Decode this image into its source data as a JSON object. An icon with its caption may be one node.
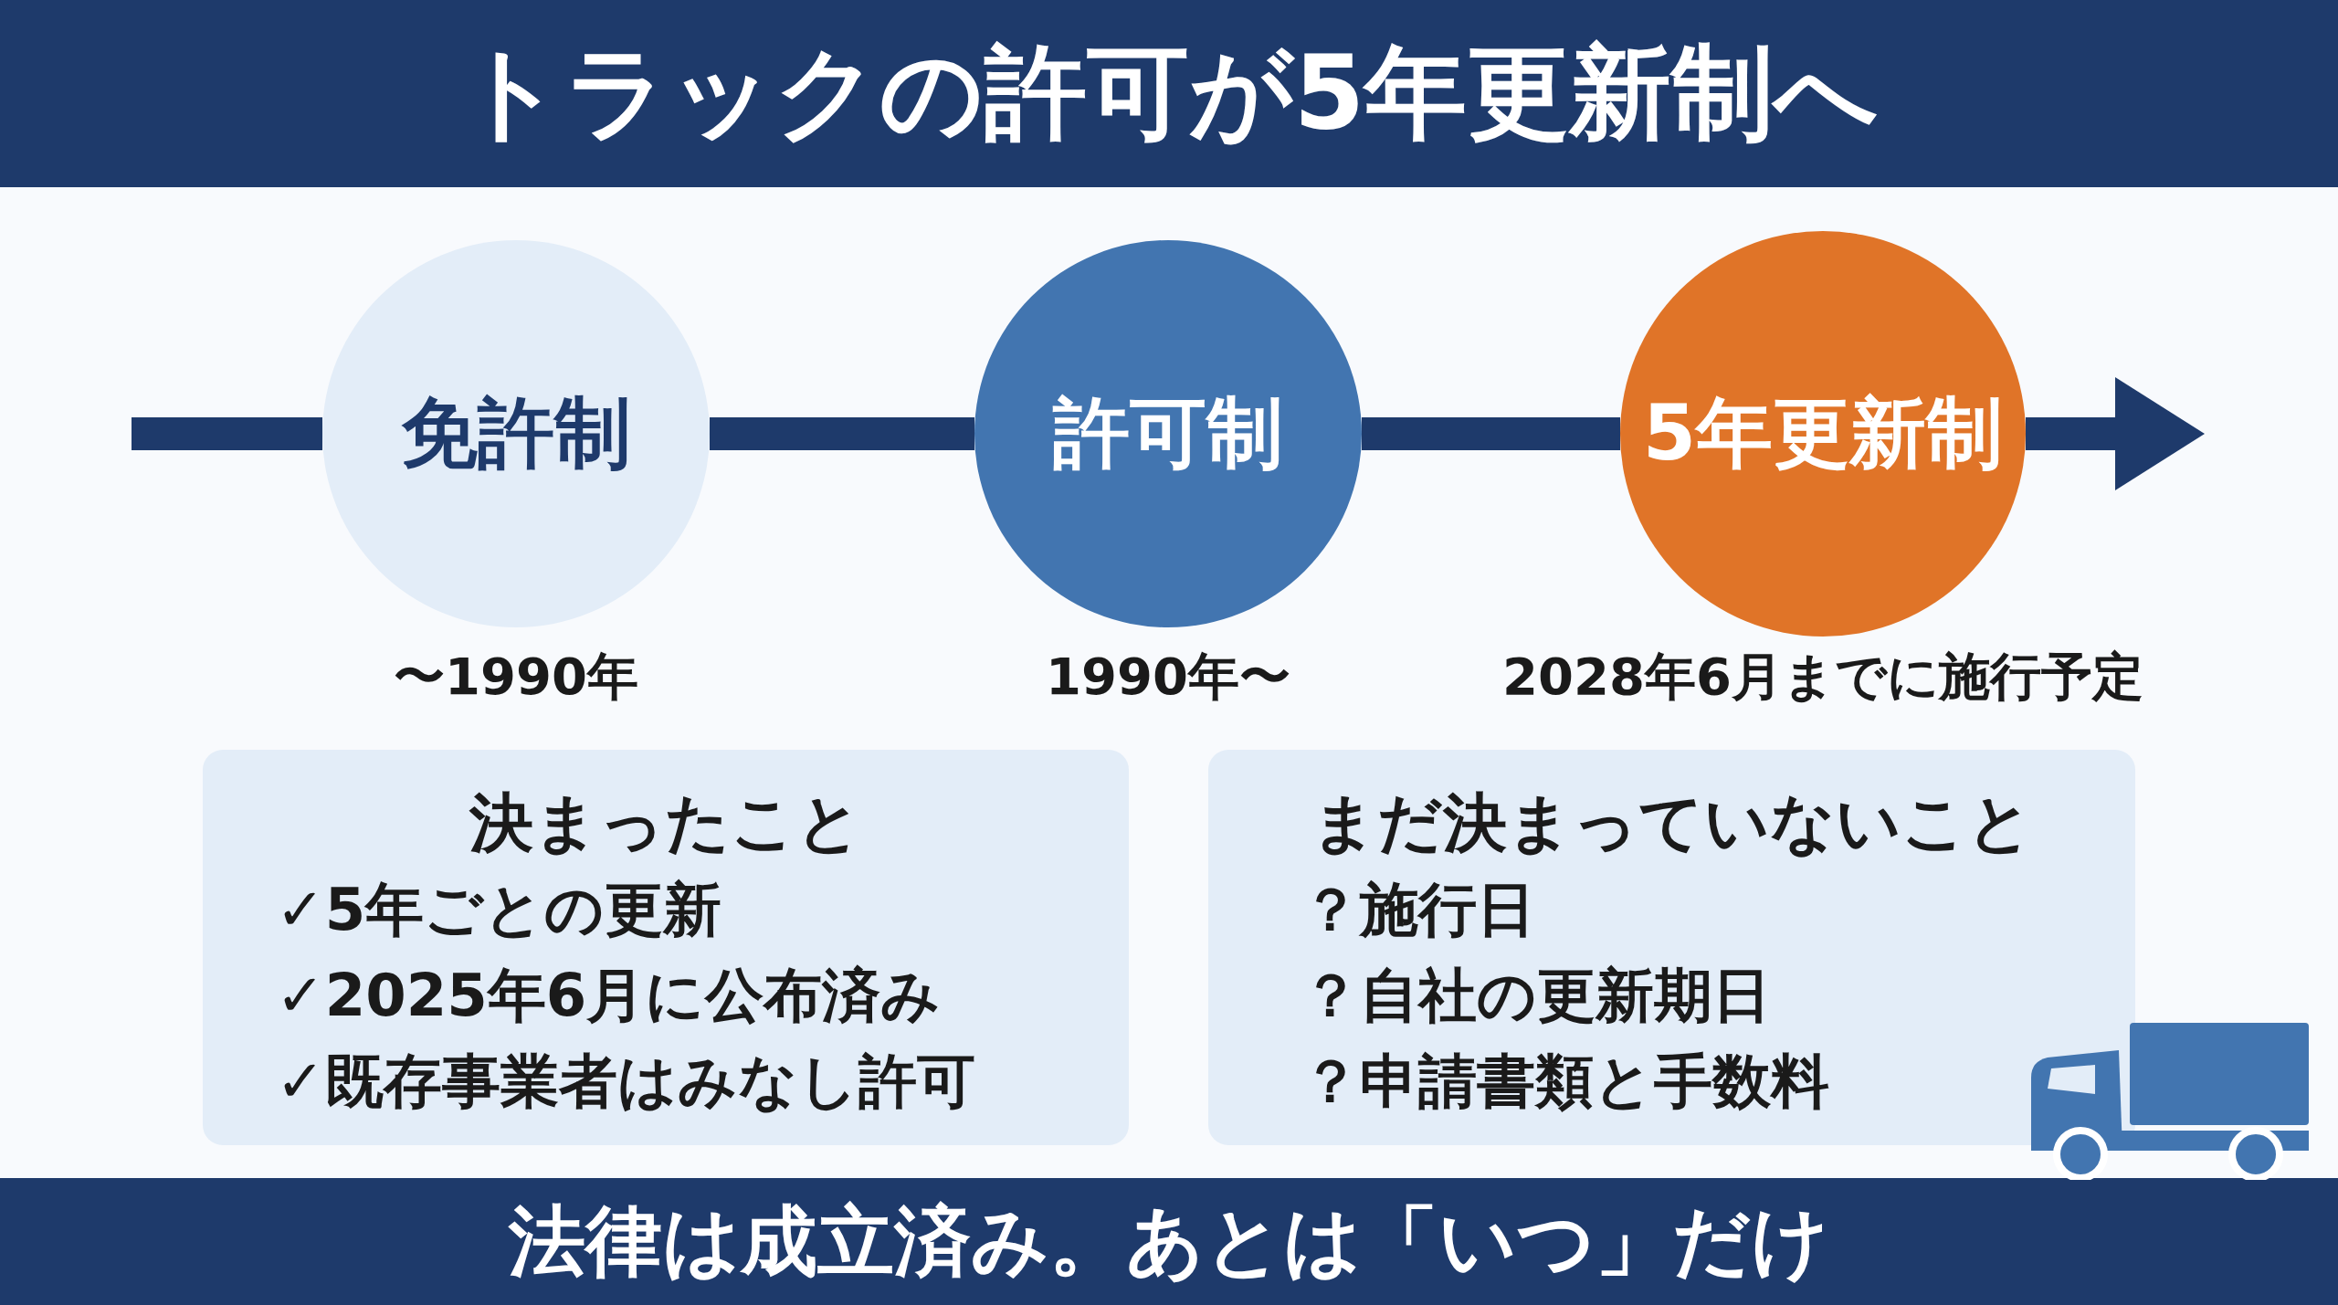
{
  "diagram": {
    "title": "トラックの許可が5年更新制へ",
    "nodes": [
      {
        "text": [
          "免許制"
        ],
        "beside": [
          "〜1990年"
        ]
      },
      {
        "text": [
          "許可制"
        ],
        "beside": [
          "1990年〜"
        ]
      },
      {
        "text": [
          "5年更新制"
        ],
        "beside": [
          "2028年6月までに施行予定"
        ]
      },
      {
        "text": [
          "決まったこと",
          "✓5年ごとの更新",
          "✓2025年6月に公布済み",
          "✓既存事業者はみなし許可"
        ]
      },
      {
        "text": [
          "まだ決まっていないこと",
          "？施行日",
          "？自社の更新期日",
          "？申請書類と手数料"
        ]
      }
    ],
    "edges": [
      {
        "from": null,
        "to": 0,
        "arrow": "none"
      },
      {
        "from": 0,
        "to": 1,
        "arrow": "none"
      },
      {
        "from": 1,
        "to": 2,
        "arrow": "none"
      },
      {
        "from": 2,
        "to": null,
        "arrow": "to"
      }
    ],
    "caption": "法律は成立済み。あとは「いつ」だけ"
  }
}
